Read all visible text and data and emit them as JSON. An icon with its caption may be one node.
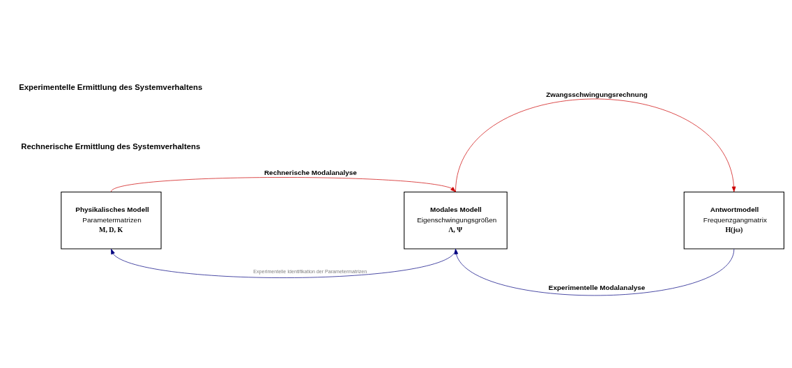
{
  "diagram": {
    "nodes": [
      {
        "text": [
          "Physikalisches Modell",
          "Parametermatrizen",
          "M, D, K"
        ]
      },
      {
        "text": [
          "Modales Modell",
          "Eigenschwingungsgrößen",
          "Λ, Ψ"
        ]
      },
      {
        "text": [
          "Antwortmodell",
          "Frequenzgangmatrix",
          "H(jω)"
        ]
      }
    ],
    "edges": [
      {
        "from": 0,
        "to": 1,
        "arrow": "to",
        "label": "Rechnerische Modalanalyse",
        "color": "#cc0000"
      },
      {
        "from": 1,
        "to": 2,
        "arrow": "to",
        "label": "Zwangsschwingungsrechnung",
        "color": "#cc0000"
      },
      {
        "from": 1,
        "to": 0,
        "arrow": "to",
        "label": "Experimentelle Identifikation der Parametermatrizen",
        "color": "#000080"
      },
      {
        "from": 2,
        "to": 1,
        "arrow": "to",
        "label": "Experimentelle Modalanalyse",
        "color": "#000080"
      }
    ],
    "labels": [
      "Rechnerische Ermittlung des Systemverhaltens",
      "Experimentelle Ermittlung des Systemverhaltens"
    ]
  }
}
